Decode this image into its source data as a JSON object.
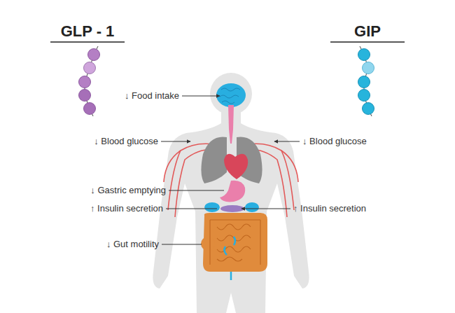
{
  "diagram": {
    "labels": [
      "GLP - 1",
      "GIP",
      "↓ Food intake",
      "↓ Blood glucose",
      "↓ Blood glucose",
      "↓ Gastric emptying",
      "↑ Insulin secretion",
      "↑ Insulin secretion",
      "↓ Gut motility"
    ]
  }
}
